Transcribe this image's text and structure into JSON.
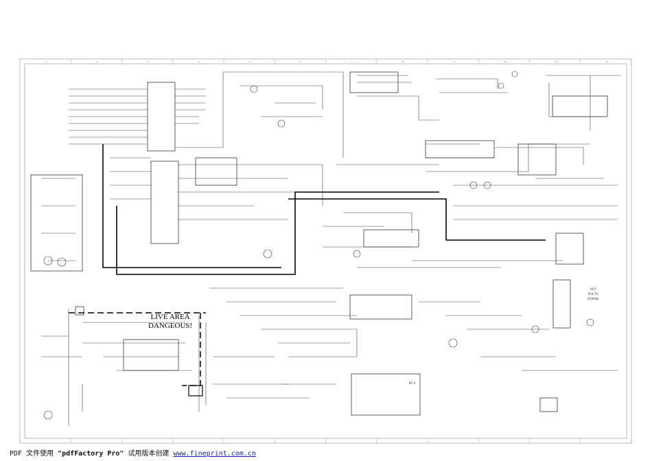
{
  "document": {
    "type": "circuit schematic",
    "border_columns": [
      "1",
      "2",
      "3",
      "4",
      "5",
      "6",
      "7",
      "8",
      "9",
      "10",
      "11",
      "12"
    ]
  },
  "annotations": {
    "live_area_line1": "LIVE AREA",
    "live_area_line2": "DANGEOUS!",
    "note_line1": "HOT",
    "note_line2": "PCB TO",
    "note_line3": "SCREEN",
    "pc_label": "PC 3"
  },
  "footer": {
    "prefix": "PDF 文件使用 ",
    "product": "\"pdfFactory Pro\"",
    "suffix": " 试用版本创建 ",
    "link": "www.fineprint.com.cn"
  }
}
